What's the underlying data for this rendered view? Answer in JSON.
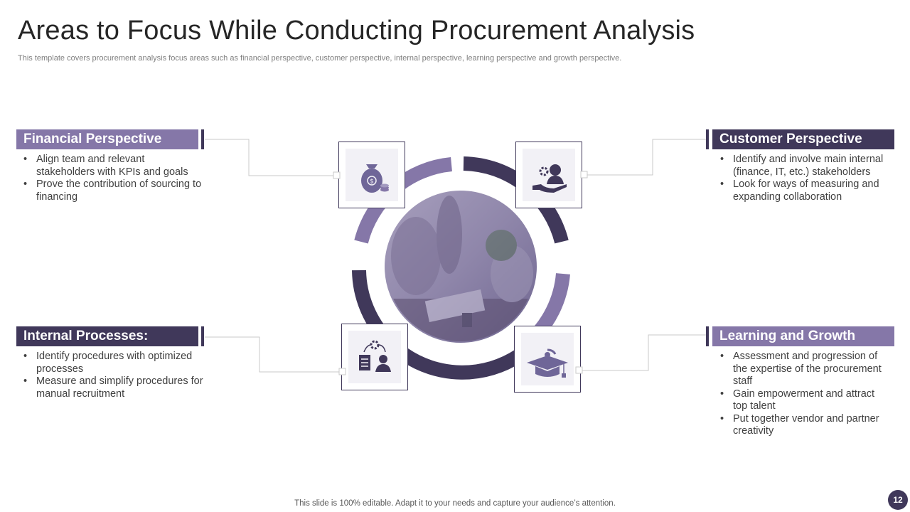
{
  "slide": {
    "title": "Areas to Focus While Conducting Procurement Analysis",
    "subtitle": "This template covers procurement analysis focus areas such as  financial perspective, customer perspective, internal perspective, learning perspective and growth perspective.",
    "footer": "This slide is 100% editable. Adapt it to your needs and capture your audience’s attention.",
    "page_number": "12"
  },
  "colors": {
    "dark": "#40385a",
    "light": "#8577a8",
    "text": "#404040"
  },
  "sections": {
    "financial": {
      "heading": "Financial Perspective",
      "bullets": [
        "Align team and relevant stakeholders with KPIs and goals",
        "Prove the contribution of sourcing to financing"
      ],
      "icon": "money-bag-icon"
    },
    "customer": {
      "heading": "Customer Perspective",
      "bullets": [
        "Identify and involve main internal (finance, IT, etc.) stakeholders",
        "Look for ways of measuring and expanding collaboration"
      ],
      "icon": "customer-care-icon"
    },
    "internal": {
      "heading": "Internal Processes:",
      "bullets": [
        "Identify procedures with optimized processes",
        "Measure and simplify procedures for manual recruitment"
      ],
      "icon": "process-checklist-icon"
    },
    "learning": {
      "heading": "Learning and Growth",
      "bullets": [
        "Assessment and progression of the expertise of the procurement staff",
        "Gain empowerment and attract top talent",
        "Put together vendor and partner creativity"
      ],
      "icon": "graduation-cap-icon"
    }
  }
}
